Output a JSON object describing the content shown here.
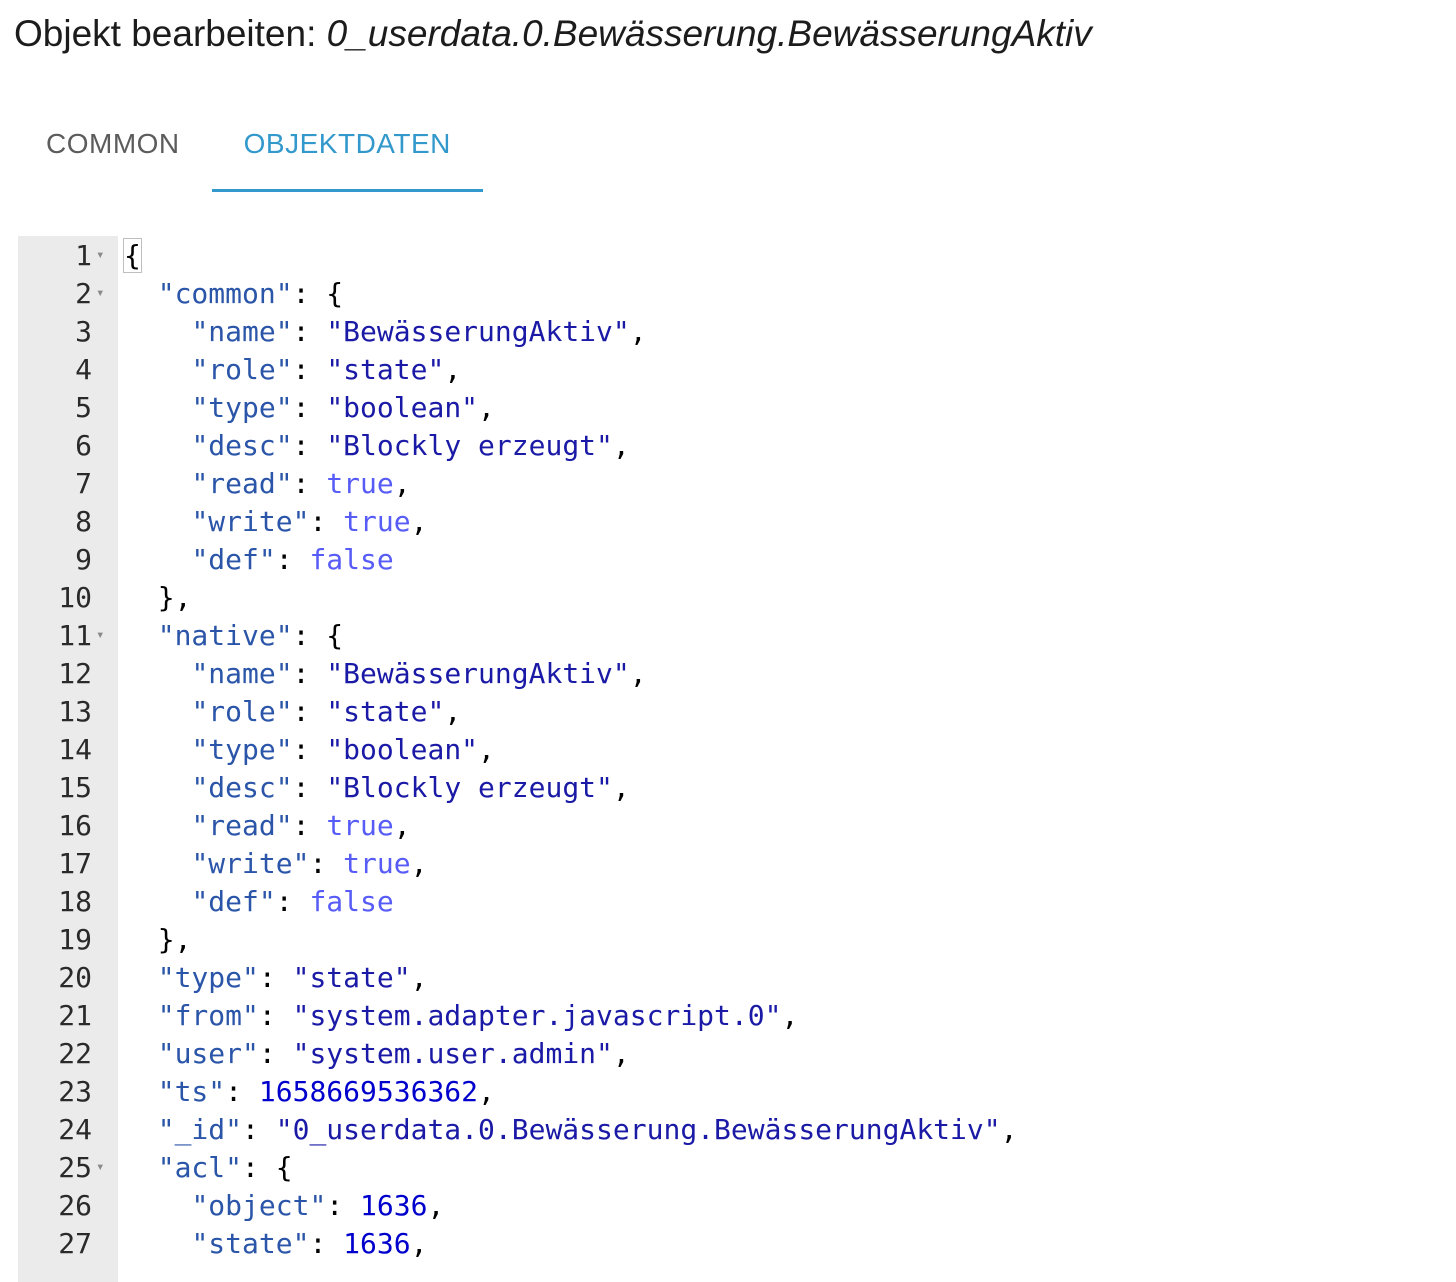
{
  "header": {
    "title_prefix": "Objekt bearbeiten:",
    "object_id": "0_userdata.0.Bewässerung.BewässerungAktiv"
  },
  "tabs": [
    {
      "label": "COMMON",
      "active": false
    },
    {
      "label": "OBJEKTDATEN",
      "active": true
    }
  ],
  "colors": {
    "accent": "#3399cc",
    "gutter": "#ebebeb",
    "json_key": "#2a55a8",
    "json_string": "#1a1aa6",
    "json_boolean": "#585cf6",
    "json_number": "#0000cd"
  },
  "editor": {
    "fold_icon": "caret-down-icon",
    "lines": [
      {
        "n": "1",
        "fold": true,
        "tokens": [
          [
            "p",
            "{"
          ]
        ]
      },
      {
        "n": "2",
        "fold": true,
        "tokens": [
          [
            "p",
            "  "
          ],
          [
            "key",
            "\"common\""
          ],
          [
            "p",
            ": {"
          ]
        ]
      },
      {
        "n": "3",
        "tokens": [
          [
            "p",
            "    "
          ],
          [
            "key",
            "\"name\""
          ],
          [
            "p",
            ": "
          ],
          [
            "str",
            "\"BewässerungAktiv\""
          ],
          [
            "p",
            ","
          ]
        ]
      },
      {
        "n": "4",
        "tokens": [
          [
            "p",
            "    "
          ],
          [
            "key",
            "\"role\""
          ],
          [
            "p",
            ": "
          ],
          [
            "str",
            "\"state\""
          ],
          [
            "p",
            ","
          ]
        ]
      },
      {
        "n": "5",
        "tokens": [
          [
            "p",
            "    "
          ],
          [
            "key",
            "\"type\""
          ],
          [
            "p",
            ": "
          ],
          [
            "str",
            "\"boolean\""
          ],
          [
            "p",
            ","
          ]
        ]
      },
      {
        "n": "6",
        "tokens": [
          [
            "p",
            "    "
          ],
          [
            "key",
            "\"desc\""
          ],
          [
            "p",
            ": "
          ],
          [
            "str",
            "\"Blockly erzeugt\""
          ],
          [
            "p",
            ","
          ]
        ]
      },
      {
        "n": "7",
        "tokens": [
          [
            "p",
            "    "
          ],
          [
            "key",
            "\"read\""
          ],
          [
            "p",
            ": "
          ],
          [
            "bool",
            "true"
          ],
          [
            "p",
            ","
          ]
        ]
      },
      {
        "n": "8",
        "tokens": [
          [
            "p",
            "    "
          ],
          [
            "key",
            "\"write\""
          ],
          [
            "p",
            ": "
          ],
          [
            "bool",
            "true"
          ],
          [
            "p",
            ","
          ]
        ]
      },
      {
        "n": "9",
        "tokens": [
          [
            "p",
            "    "
          ],
          [
            "key",
            "\"def\""
          ],
          [
            "p",
            ": "
          ],
          [
            "bool",
            "false"
          ]
        ]
      },
      {
        "n": "10",
        "tokens": [
          [
            "p",
            "  },"
          ]
        ]
      },
      {
        "n": "11",
        "fold": true,
        "tokens": [
          [
            "p",
            "  "
          ],
          [
            "key",
            "\"native\""
          ],
          [
            "p",
            ": {"
          ]
        ]
      },
      {
        "n": "12",
        "tokens": [
          [
            "p",
            "    "
          ],
          [
            "key",
            "\"name\""
          ],
          [
            "p",
            ": "
          ],
          [
            "str",
            "\"BewässerungAktiv\""
          ],
          [
            "p",
            ","
          ]
        ]
      },
      {
        "n": "13",
        "tokens": [
          [
            "p",
            "    "
          ],
          [
            "key",
            "\"role\""
          ],
          [
            "p",
            ": "
          ],
          [
            "str",
            "\"state\""
          ],
          [
            "p",
            ","
          ]
        ]
      },
      {
        "n": "14",
        "tokens": [
          [
            "p",
            "    "
          ],
          [
            "key",
            "\"type\""
          ],
          [
            "p",
            ": "
          ],
          [
            "str",
            "\"boolean\""
          ],
          [
            "p",
            ","
          ]
        ]
      },
      {
        "n": "15",
        "tokens": [
          [
            "p",
            "    "
          ],
          [
            "key",
            "\"desc\""
          ],
          [
            "p",
            ": "
          ],
          [
            "str",
            "\"Blockly erzeugt\""
          ],
          [
            "p",
            ","
          ]
        ]
      },
      {
        "n": "16",
        "tokens": [
          [
            "p",
            "    "
          ],
          [
            "key",
            "\"read\""
          ],
          [
            "p",
            ": "
          ],
          [
            "bool",
            "true"
          ],
          [
            "p",
            ","
          ]
        ]
      },
      {
        "n": "17",
        "tokens": [
          [
            "p",
            "    "
          ],
          [
            "key",
            "\"write\""
          ],
          [
            "p",
            ": "
          ],
          [
            "bool",
            "true"
          ],
          [
            "p",
            ","
          ]
        ]
      },
      {
        "n": "18",
        "tokens": [
          [
            "p",
            "    "
          ],
          [
            "key",
            "\"def\""
          ],
          [
            "p",
            ": "
          ],
          [
            "bool",
            "false"
          ]
        ]
      },
      {
        "n": "19",
        "tokens": [
          [
            "p",
            "  },"
          ]
        ]
      },
      {
        "n": "20",
        "tokens": [
          [
            "p",
            "  "
          ],
          [
            "key",
            "\"type\""
          ],
          [
            "p",
            ": "
          ],
          [
            "str",
            "\"state\""
          ],
          [
            "p",
            ","
          ]
        ]
      },
      {
        "n": "21",
        "tokens": [
          [
            "p",
            "  "
          ],
          [
            "key",
            "\"from\""
          ],
          [
            "p",
            ": "
          ],
          [
            "str",
            "\"system.adapter.javascript.0\""
          ],
          [
            "p",
            ","
          ]
        ]
      },
      {
        "n": "22",
        "tokens": [
          [
            "p",
            "  "
          ],
          [
            "key",
            "\"user\""
          ],
          [
            "p",
            ": "
          ],
          [
            "str",
            "\"system.user.admin\""
          ],
          [
            "p",
            ","
          ]
        ]
      },
      {
        "n": "23",
        "tokens": [
          [
            "p",
            "  "
          ],
          [
            "key",
            "\"ts\""
          ],
          [
            "p",
            ": "
          ],
          [
            "num",
            "1658669536362"
          ],
          [
            "p",
            ","
          ]
        ]
      },
      {
        "n": "24",
        "tokens": [
          [
            "p",
            "  "
          ],
          [
            "key",
            "\"_id\""
          ],
          [
            "p",
            ": "
          ],
          [
            "str",
            "\"0_userdata.0.Bewässerung.BewässerungAktiv\""
          ],
          [
            "p",
            ","
          ]
        ]
      },
      {
        "n": "25",
        "fold": true,
        "tokens": [
          [
            "p",
            "  "
          ],
          [
            "key",
            "\"acl\""
          ],
          [
            "p",
            ": {"
          ]
        ]
      },
      {
        "n": "26",
        "tokens": [
          [
            "p",
            "    "
          ],
          [
            "key",
            "\"object\""
          ],
          [
            "p",
            ": "
          ],
          [
            "num",
            "1636"
          ],
          [
            "p",
            ","
          ]
        ]
      },
      {
        "n": "27",
        "tokens": [
          [
            "p",
            "    "
          ],
          [
            "key",
            "\"state\""
          ],
          [
            "p",
            ": "
          ],
          [
            "num",
            "1636"
          ],
          [
            "p",
            ","
          ]
        ]
      }
    ]
  }
}
